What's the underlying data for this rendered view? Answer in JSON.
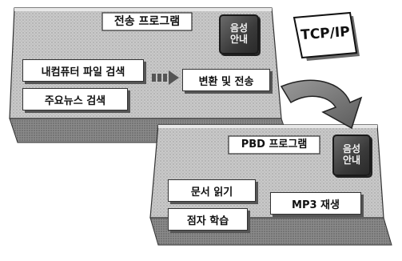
{
  "top_panel": {
    "title": "전송 프로그램",
    "voice_badge": [
      "음성",
      "안내"
    ],
    "items": [
      "내컴퓨터 파일 검색",
      "주요뉴스 검색"
    ],
    "action": "변환 및 전송"
  },
  "network": {
    "label": "TCP/IP"
  },
  "bottom_panel": {
    "title": "PBD 프로그램",
    "voice_badge": [
      "음성",
      "안내"
    ],
    "items": [
      "문서 읽기",
      "점자 학습"
    ],
    "action": "MP3 재생"
  }
}
